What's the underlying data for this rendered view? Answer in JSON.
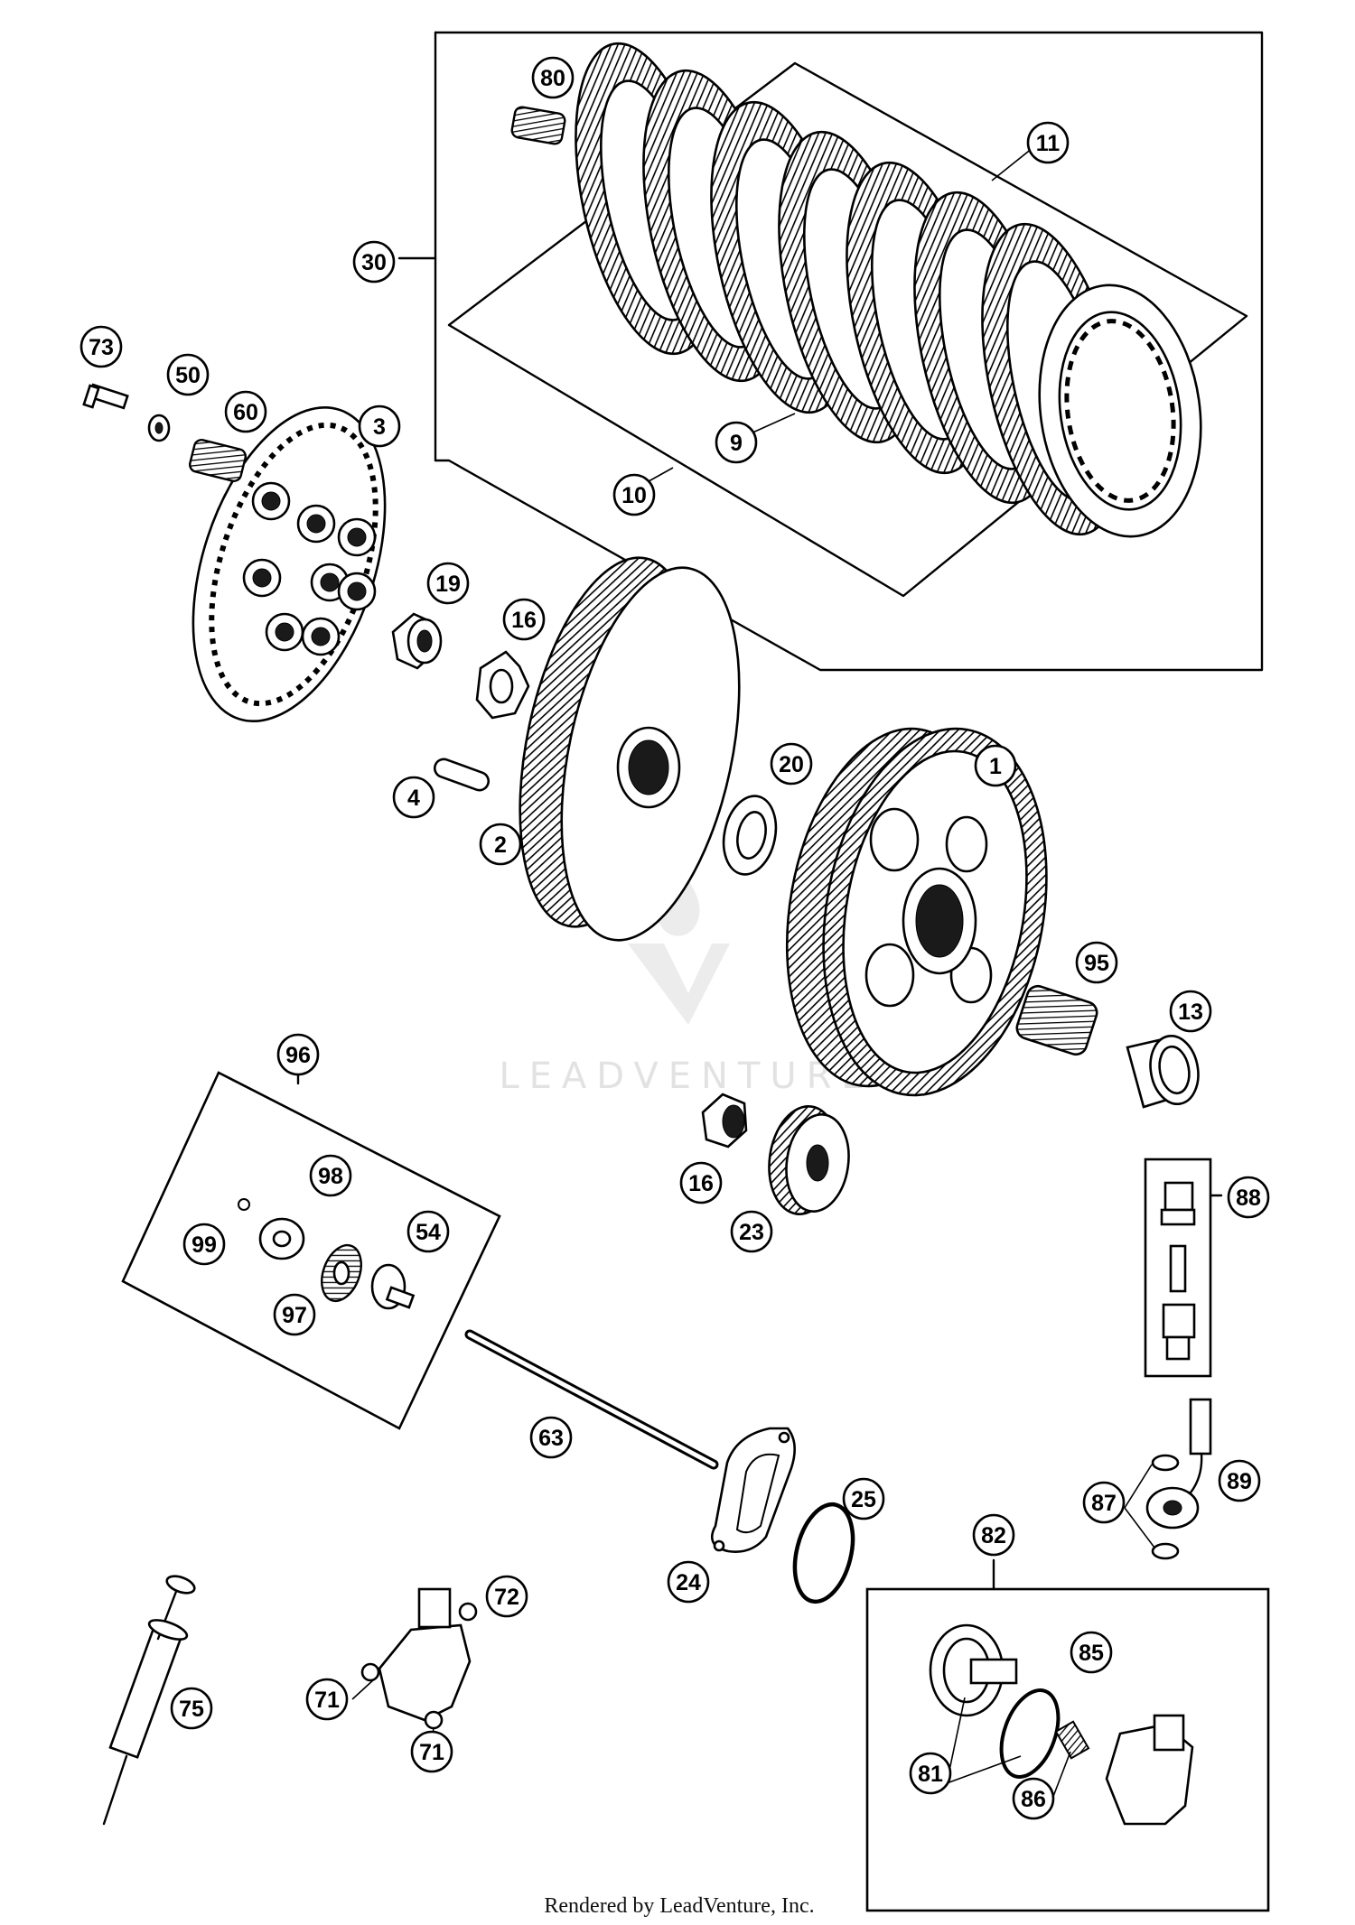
{
  "callouts": [
    {
      "id": "c1",
      "label": "1"
    },
    {
      "id": "c2",
      "label": "2"
    },
    {
      "id": "c3",
      "label": "3"
    },
    {
      "id": "c4",
      "label": "4"
    },
    {
      "id": "c9",
      "label": "9"
    },
    {
      "id": "c10",
      "label": "10"
    },
    {
      "id": "c11",
      "label": "11"
    },
    {
      "id": "c13",
      "label": "13"
    },
    {
      "id": "c16",
      "label": "16"
    },
    {
      "id": "c16b",
      "label": "16"
    },
    {
      "id": "c19",
      "label": "19"
    },
    {
      "id": "c20",
      "label": "20"
    },
    {
      "id": "c23",
      "label": "23"
    },
    {
      "id": "c24",
      "label": "24"
    },
    {
      "id": "c25",
      "label": "25"
    },
    {
      "id": "c30",
      "label": "30"
    },
    {
      "id": "c50",
      "label": "50"
    },
    {
      "id": "c54",
      "label": "54"
    },
    {
      "id": "c60",
      "label": "60"
    },
    {
      "id": "c63",
      "label": "63"
    },
    {
      "id": "c71a",
      "label": "71"
    },
    {
      "id": "c71b",
      "label": "71"
    },
    {
      "id": "c72",
      "label": "72"
    },
    {
      "id": "c73",
      "label": "73"
    },
    {
      "id": "c75",
      "label": "75"
    },
    {
      "id": "c80",
      "label": "80"
    },
    {
      "id": "c81",
      "label": "81"
    },
    {
      "id": "c82",
      "label": "82"
    },
    {
      "id": "c85",
      "label": "85"
    },
    {
      "id": "c86",
      "label": "86"
    },
    {
      "id": "c87",
      "label": "87"
    },
    {
      "id": "c88",
      "label": "88"
    },
    {
      "id": "c89",
      "label": "89"
    },
    {
      "id": "c95",
      "label": "95"
    },
    {
      "id": "c96",
      "label": "96"
    },
    {
      "id": "c97",
      "label": "97"
    },
    {
      "id": "c98",
      "label": "98"
    },
    {
      "id": "c99",
      "label": "99"
    }
  ],
  "watermark": {
    "text": "LEADVENTURE"
  },
  "footer": {
    "text": "Rendered by LeadVenture, Inc."
  }
}
